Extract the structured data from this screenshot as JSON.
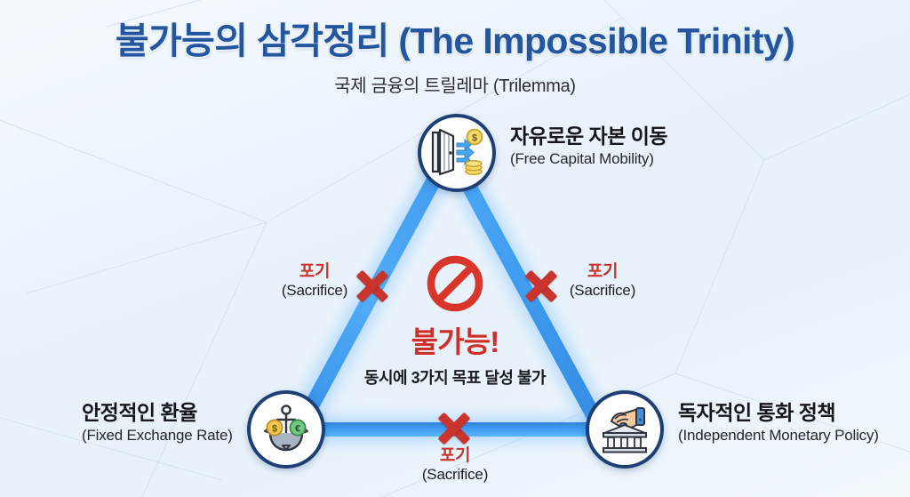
{
  "header": {
    "title": "불가능의 삼각정리 (The Impossible Trinity)",
    "subtitle": "국제 금융의 트릴레마 (Trilemma)",
    "title_color": "#23569f"
  },
  "nodes": {
    "top": {
      "label_ko": "자유로운 자본 이동",
      "label_en": "(Free Capital Mobility)",
      "icon": "open-door-money-flow-icon"
    },
    "left": {
      "label_ko": "안정적인 환율",
      "label_en": "(Fixed Exchange Rate)",
      "icon": "anchor-currency-icon"
    },
    "right": {
      "label_ko": "독자적인 통화 정책",
      "label_en": "(Independent Monetary Policy)",
      "icon": "hand-bank-deposit-icon"
    }
  },
  "sacrifices": {
    "left": {
      "label_ko": "포기",
      "label_en": "(Sacrifice)"
    },
    "right": {
      "label_ko": "포기",
      "label_en": "(Sacrifice)"
    },
    "bottom": {
      "label_ko": "포기",
      "label_en": "(Sacrifice)"
    }
  },
  "center": {
    "icon": "no-entry-prohibition-icon",
    "headline": "불가능!",
    "subline": "동시에 3가지 목표 달성 불가",
    "headline_color": "#cf2f28"
  },
  "colors": {
    "edge_blue": "#1b86e6",
    "node_border": "#1d3f74",
    "accent_red": "#c9342c",
    "background": "#eaf3fb"
  }
}
